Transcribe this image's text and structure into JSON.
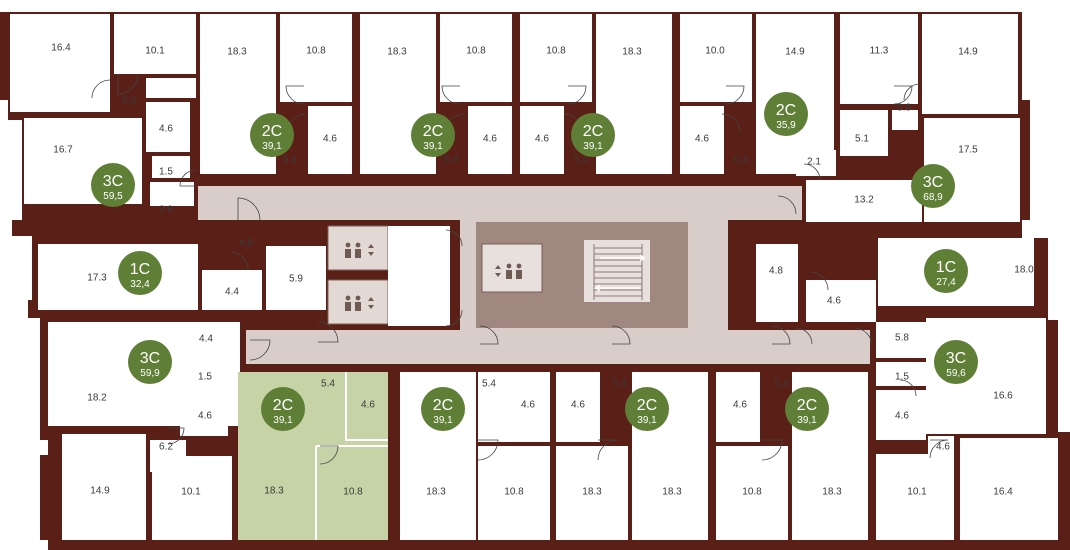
{
  "colors": {
    "wall": "#5a1f16",
    "corridor": "#d9cdc9",
    "core": "#a0877f",
    "floor": "#ffffff",
    "badge": "#5f7f37",
    "highlight": "#c5d3a6"
  },
  "icons": [
    "elevator-icon",
    "stairs-icon"
  ],
  "apartments": [
    {
      "type": "3С",
      "area": "59,5"
    },
    {
      "type": "2С",
      "area": "39,1"
    },
    {
      "type": "2С",
      "area": "39,1"
    },
    {
      "type": "2С",
      "area": "39,1"
    },
    {
      "type": "2С",
      "area": "35,9"
    },
    {
      "type": "3С",
      "area": "68,9"
    },
    {
      "type": "1С",
      "area": "32,4"
    },
    {
      "type": "1С",
      "area": "27,4"
    },
    {
      "type": "3С",
      "area": "59,9"
    },
    {
      "type": "2С",
      "area": "39,1",
      "selected": true
    },
    {
      "type": "2С",
      "area": "39,1"
    },
    {
      "type": "2С",
      "area": "39,1"
    },
    {
      "type": "2С",
      "area": "39,1"
    },
    {
      "type": "3С",
      "area": "59,6"
    }
  ],
  "room_labels": [
    "16.4",
    "10.1",
    "6.3",
    "4.6",
    "16.7",
    "1.5",
    "3.9",
    "18.3",
    "10.8",
    "5.4",
    "4.6",
    "18.3",
    "10.8",
    "5.4",
    "4.6",
    "10.8",
    "18.3",
    "4.6",
    "5.4",
    "10.0",
    "14.9",
    "4.6",
    "6.4",
    "11.3",
    "14.9",
    "3.8",
    "5.1",
    "2.1",
    "17.5",
    "13.2",
    "4.8",
    "4.4",
    "5.9",
    "17.3",
    "4.8",
    "18.0",
    "4.6",
    "4.4",
    "1.5",
    "4.6",
    "18.2",
    "6.2",
    "14.9",
    "10.1",
    "5.4",
    "4.6",
    "18.3",
    "10.8",
    "5.4",
    "4.6",
    "18.3",
    "10.8",
    "4.6",
    "5.4",
    "18.3",
    "18.3",
    "4.6",
    "5.4",
    "10.8",
    "18.3",
    "5.8",
    "1.5",
    "16.6",
    "4.6",
    "4.6",
    "10.1",
    "16.4"
  ]
}
